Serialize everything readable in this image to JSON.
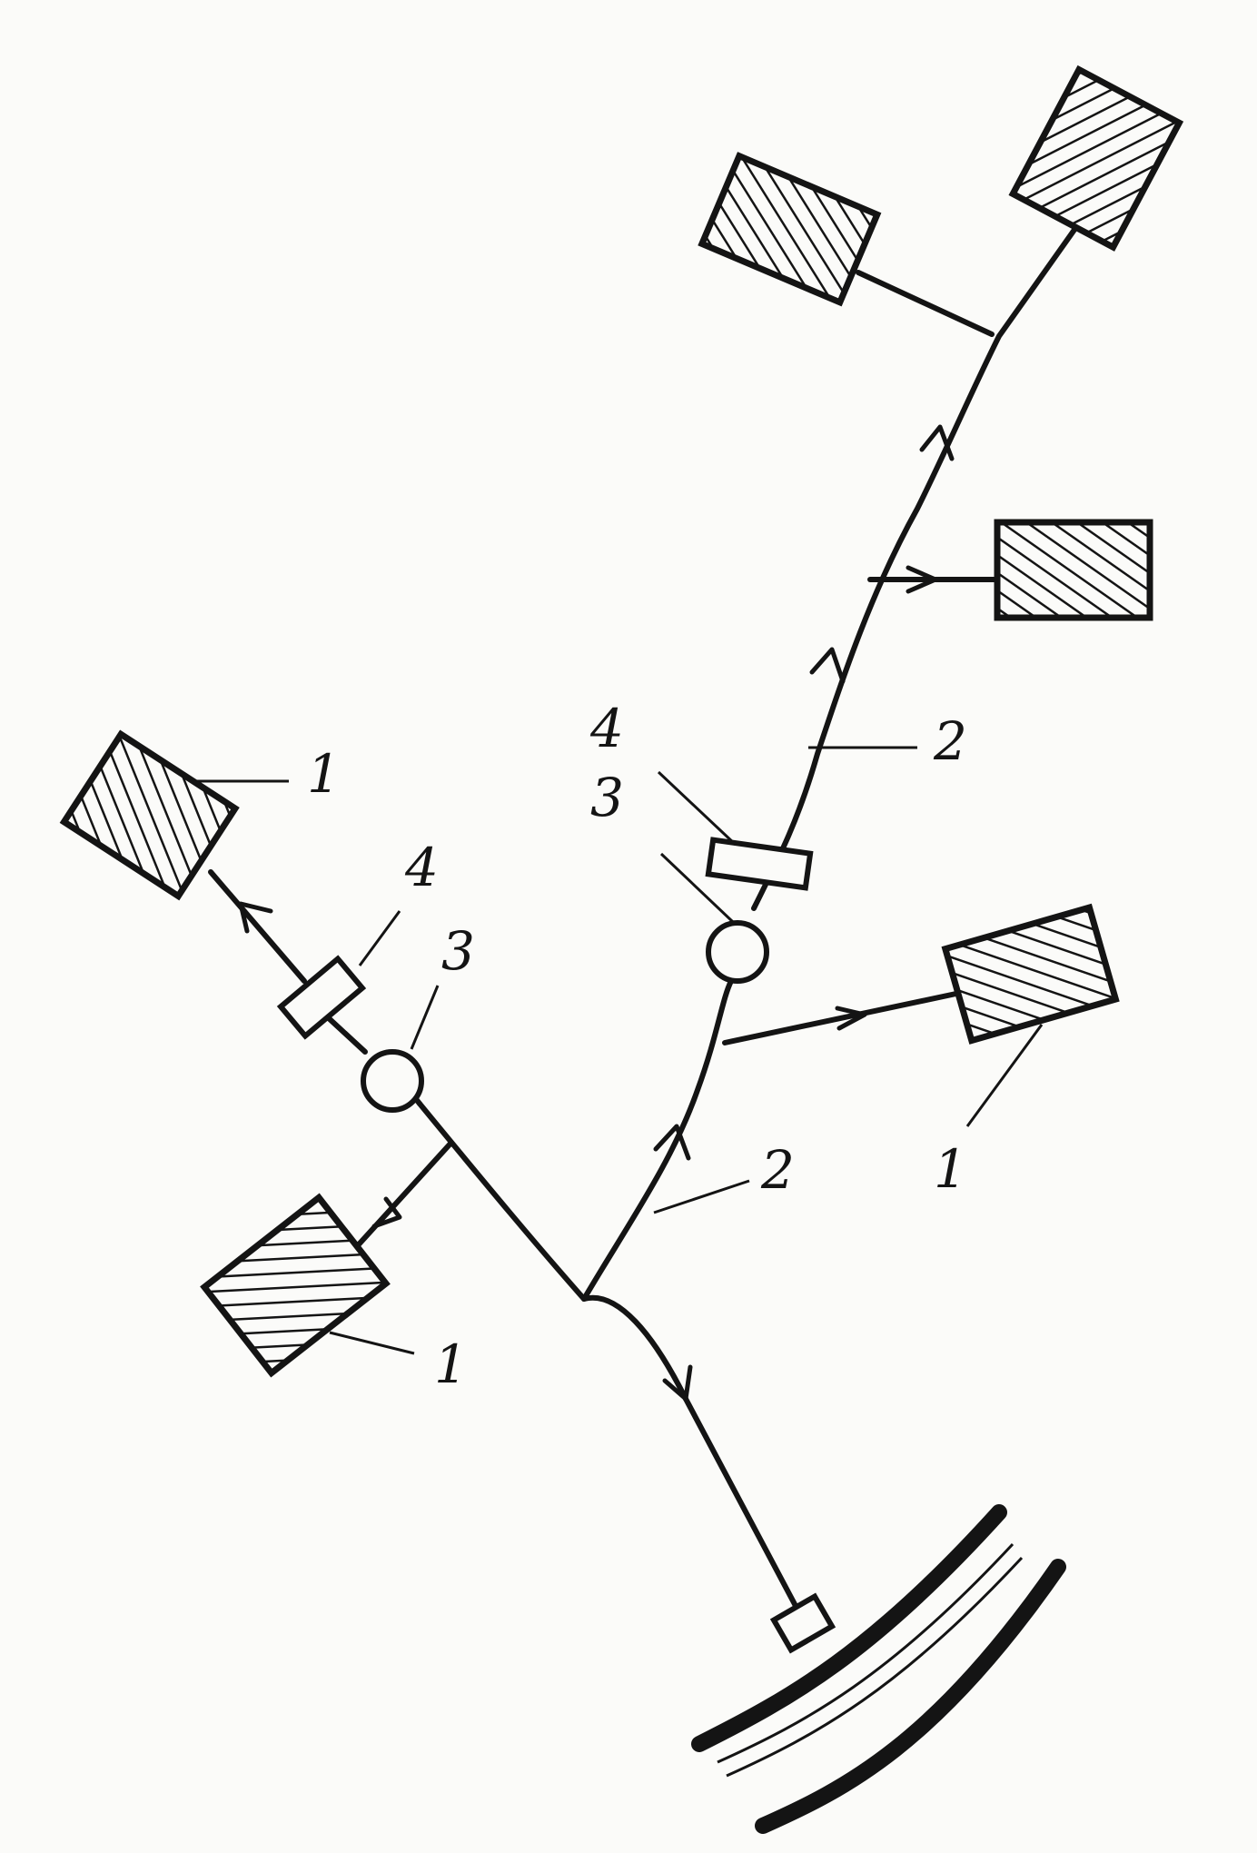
{
  "labels": {
    "building": "1",
    "pipeline": "2",
    "well": "3",
    "meter": "4"
  },
  "colors": {
    "ink": "#141414",
    "paper": "#fbfbf9"
  }
}
